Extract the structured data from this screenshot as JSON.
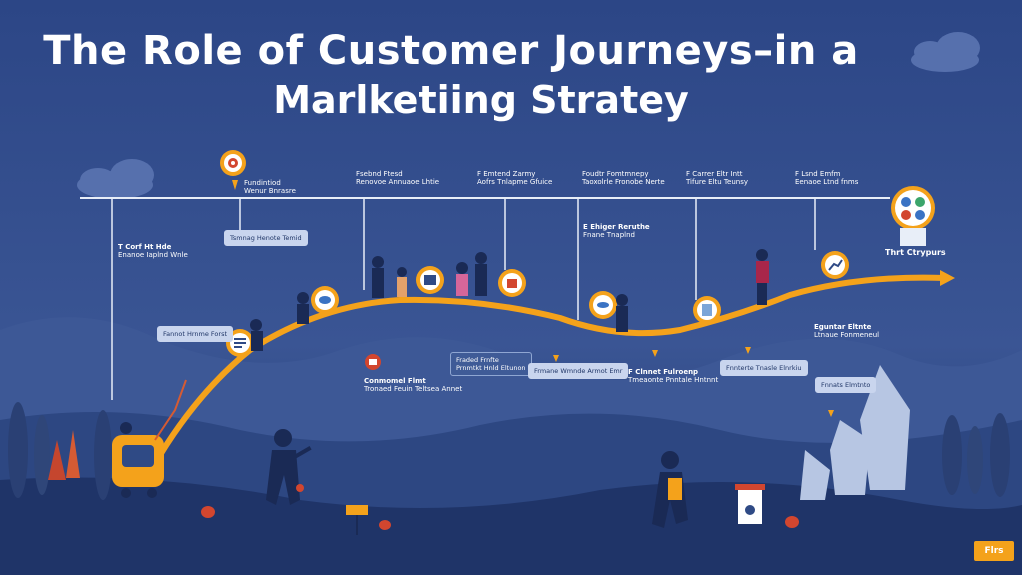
{
  "title": {
    "line1": "The Role of Customer Journeys–in a",
    "line2": "Marlketiing Stratey"
  },
  "stages": [
    {
      "heading": "Fundintiod",
      "sub": "Wenur Bnrasre"
    },
    {
      "heading": "Fsebnd Ftesd",
      "sub": "Renovoe Annuaoe Lhtie"
    },
    {
      "heading": "F Emtend Zarmy",
      "sub": "Aofrs Tnlapme Gfuice"
    },
    {
      "heading": "Foudtr Fomtmnepy",
      "sub": "Taoxolrle Fronobe Nerte"
    },
    {
      "heading": "F Carrer Eltr Intt",
      "sub": "Tifure Eltu Teunsy"
    },
    {
      "heading": "F Lsnd Emfm",
      "sub": "Eenaoe Ltnd fnms"
    }
  ],
  "cards": {
    "left": {
      "heading": "T Corf Ht Hde",
      "body": "Enanoe Iaplnd Wnle"
    },
    "upper_small": {
      "text": "Tsmnag Henote Temid"
    },
    "ms_note": {
      "heading": "E Ehiger Reruthe",
      "body": "Fnane Tnaplnd"
    },
    "lower_left": {
      "text": "Fannot Hrnme Forst"
    },
    "mid_lower1": {
      "heading": "Conmomel Flmt",
      "body": "Tronaed Feuin Teltsea Annet"
    },
    "mid_lower2": {
      "heading": "Fraded Frnfte",
      "body": "Prnmtkt Hnld Eltunon"
    },
    "mid_lower3": {
      "text": "Frmane Wmnde Armot Emr"
    },
    "mid_lower4": {
      "heading": "F Clnnet Fulroenp",
      "body": "Tmeaonte Pnntale Hntnnt"
    },
    "mid_lower5": {
      "text": "Fnnterte Tnasle Elnrkiu"
    },
    "right_box": {
      "heading": "Eguntar Eltnte",
      "body": "Ltnaue Fonmeneul"
    },
    "right_small": {
      "text": "Fnnats Elmtnto"
    }
  },
  "final_label": "Thrt Ctrypurs",
  "corner_badge": "Flrs",
  "colors": {
    "background": "#2f4a85",
    "path": "#f4a21b",
    "accent": "#f4a21b",
    "hill": "#26407a"
  },
  "icons": [
    "target-icon",
    "document-icon",
    "chat-icon",
    "store-icon",
    "gift-icon",
    "handshake-icon",
    "clipboard-icon",
    "growth-icon",
    "apps-icon",
    "shopping-bag-icon",
    "trash-can-icon"
  ]
}
